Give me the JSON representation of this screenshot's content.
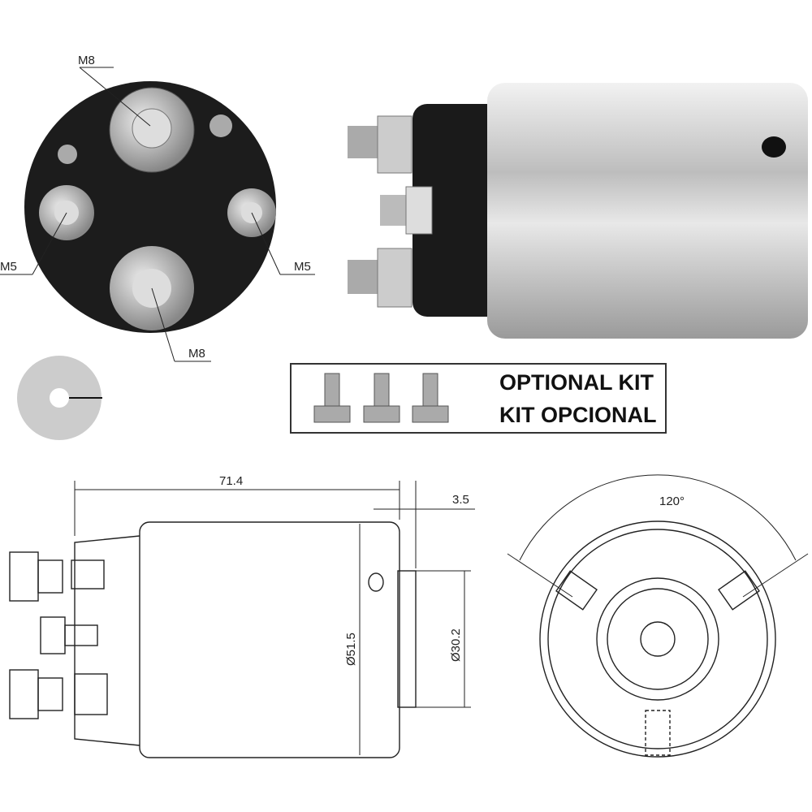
{
  "terminal_view": {
    "labels": {
      "top": "M8",
      "left": "M5",
      "right": "M5",
      "bottom": "M8"
    }
  },
  "kit": {
    "line1": "OPTIONAL KIT",
    "line2": "KIT OPCIONAL"
  },
  "dimensions": {
    "length": "71.4",
    "flange": "3.5",
    "body_diameter": "Ø51.5",
    "nose_diameter": "Ø30.2",
    "angle": "120°"
  },
  "colors": {
    "body_silver": "#c8c8c8",
    "cap_black": "#1a1a1a",
    "line": "#222222"
  }
}
